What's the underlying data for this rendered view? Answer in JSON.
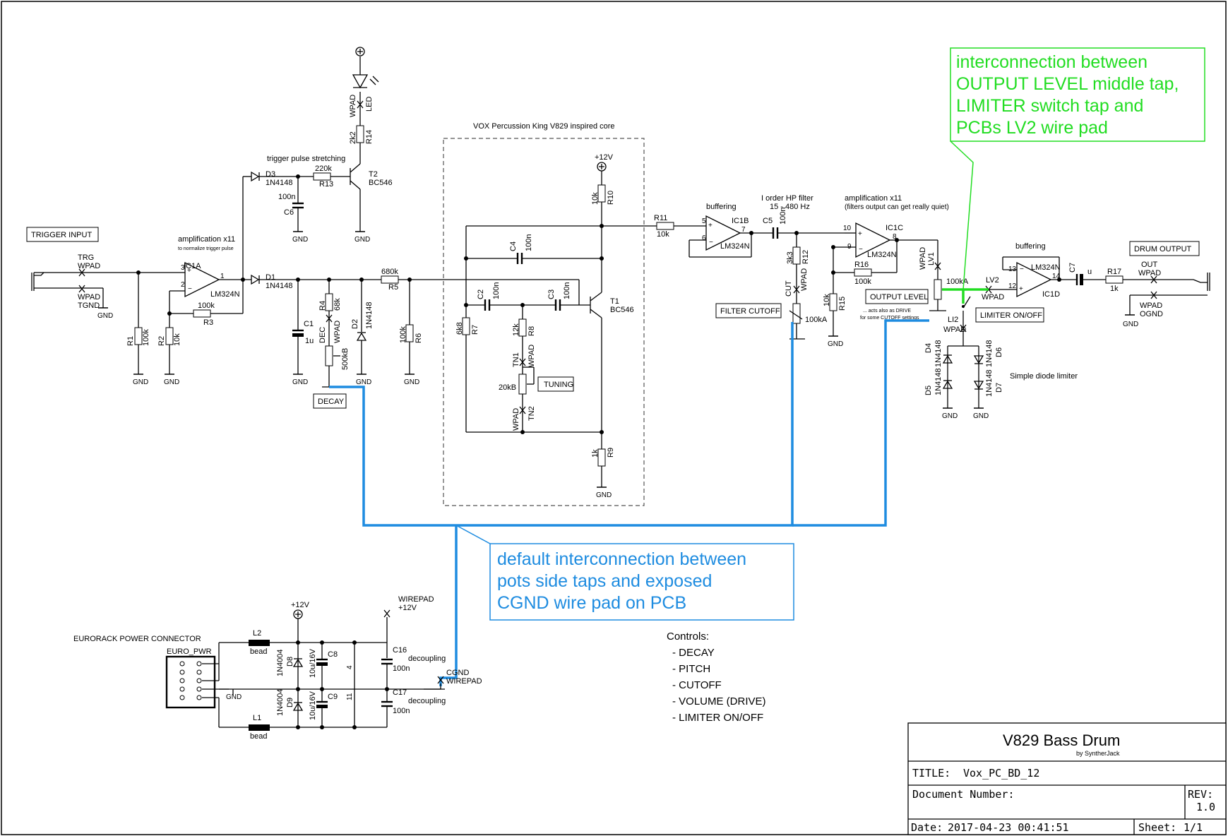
{
  "sections": {
    "trigger_input": "TRIGGER INPUT",
    "amp_x11": "amplification x11",
    "amp_x11_note": "to normalize trigger pulse",
    "pulse_stretch": "trigger pulse stretching",
    "core": "VOX Percussion King V829 inspired core",
    "buffering1": "buffering",
    "hp_filter": "I order HP filter",
    "hp_range": "15 - 480 Hz",
    "amp_x11b": "amplification x11",
    "amp_x11b_note": "(filters output can get really quiet)",
    "buffering2": "buffering",
    "drum_output": "DRUM OUTPUT",
    "diode_limiter": "Simple diode limiter",
    "euro_power": "EURORACK POWER CONNECTOR",
    "decoupling1": "decoupling",
    "decoupling2": "decoupling"
  },
  "boxed_labels": {
    "decay": "DECAY",
    "tuning": "TUNING",
    "filter_cutoff": "FILTER CUTOFF",
    "output_level": "OUTPUT LEVEL",
    "limiter_onoff": "LIMITER ON/OFF",
    "drive_note1": "... acts also as DRIVE",
    "drive_note2": "for some CUTOFF settings"
  },
  "components": {
    "trg": "TRG",
    "wpad": "WPAD",
    "tgnd": "TGND",
    "gnd": "GND",
    "r1": "R1",
    "r1v": "100k",
    "r2": "R2",
    "r2v": "10k",
    "r3": "R3",
    "r3v": "100k",
    "ic1a": "IC1A",
    "lm324n": "LM324N",
    "d1": "D1",
    "d1v": "1N4148",
    "d3": "D3",
    "d3v": "1N4148",
    "r13": "R13",
    "r13v": "220k",
    "c6": "C6",
    "c6v": "100n",
    "t2": "T2",
    "t2v": "BC546",
    "r14": "R14",
    "r14v": "2k2",
    "led": "LED",
    "r4": "R4",
    "r4v": "68k",
    "c1": "C1",
    "c1v": "1u",
    "d2": "D2",
    "d2v": "1N4148",
    "dec": "DEC",
    "dec_pot": "500kB",
    "r5": "R5",
    "r5v": "680k",
    "r6": "R6",
    "r6v": "100k",
    "plus12": "+12V",
    "c4": "C4",
    "c4v": "100n",
    "c2": "C2",
    "c2v": "100n",
    "c3": "C3",
    "c3v": "100n",
    "r7": "R7",
    "r7v": "6k8",
    "r8": "R8",
    "r8v": "12k",
    "tn1": "TN1",
    "tn2": "TN2",
    "tn_pot": "20kB",
    "r9": "R9",
    "r9v": "1k",
    "r10": "R10",
    "r10v": "10k",
    "t1": "T1",
    "t1v": "BC546",
    "r11": "R11",
    "r11v": "10k",
    "ic1b": "IC1B",
    "c5": "C5",
    "c5v": "100n",
    "r12": "R12",
    "r12v": "3k3",
    "cut": "CUT",
    "cut_pot": "100kA",
    "r15": "R15",
    "r15v": "10k",
    "r16": "R16",
    "r16v": "100k",
    "ic1c": "IC1C",
    "lv1": "LV1",
    "lv2": "LV2",
    "lvl_pot": "100kA",
    "li2": "LI2",
    "d4": "D4",
    "d5": "D5",
    "d6": "D6",
    "d7": "D7",
    "dv": "1N4148",
    "ic1d": "IC1D",
    "c7": "C7",
    "c7v": "u",
    "r17": "R17",
    "r17v": "1k",
    "out": "OUT",
    "ognd": "OGND",
    "l1": "L1",
    "l2": "L2",
    "bead": "bead",
    "d8": "D8",
    "d9": "D9",
    "dpv": "1N4004",
    "c8": "C8",
    "c9": "C9",
    "cpv": "10u/16V",
    "c16": "C16",
    "c17": "C17",
    "c1xv": "100n",
    "euro_pwr": "EURO_PWR",
    "wirepad": "WIREPAD",
    "cgnd": "CGND",
    "n4": "4",
    "n11": "11",
    "pin": {
      "1": "1",
      "2": "2",
      "3": "3",
      "5": "5",
      "6": "6",
      "7": "7",
      "8": "8",
      "9": "9",
      "10": "10",
      "12": "12",
      "13": "13",
      "14": "14"
    }
  },
  "annotations": {
    "green_note": [
      "interconnection between",
      "OUTPUT LEVEL middle tap,",
      "LIMITER switch tap and",
      "PCBs LV2 wire pad"
    ],
    "blue_note": [
      "default interconnection between",
      "pots side taps and exposed",
      "CGND wire pad on PCB"
    ],
    "green_color": "#22dd22",
    "blue_color": "#1e8ce0"
  },
  "controls": {
    "title": "Controls:",
    "items": [
      "- DECAY",
      "- PITCH",
      "- CUTOFF",
      "- VOLUME (DRIVE)",
      "- LIMITER ON/OFF"
    ]
  },
  "title_block": {
    "name": "V829 Bass Drum",
    "author": "by SyntherJack",
    "title_label": "TITLE:",
    "title_value": "Vox_PC_BD_12",
    "docnum_label": "Document Number:",
    "rev_label": "REV:",
    "rev_value": "1.0",
    "date_label": "Date:",
    "date_value": "2017-04-23 00:41:51",
    "sheet_label": "Sheet:",
    "sheet_value": "1/1"
  }
}
